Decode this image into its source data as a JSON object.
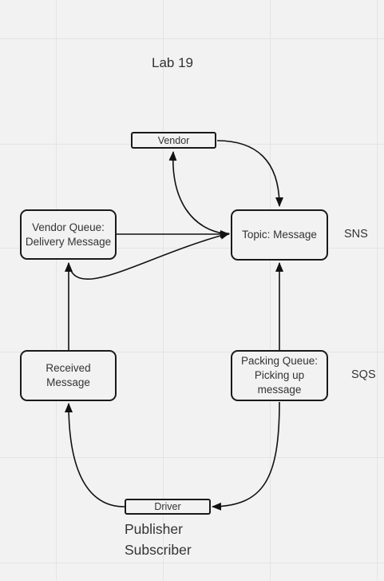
{
  "title": "Lab 19",
  "nodes": {
    "vendor": "Vendor",
    "vendor_queue": "Vendor Queue: Delivery Message",
    "topic": "Topic: Message",
    "received": "Received Message",
    "packing_queue": "Packing Queue: Picking up message",
    "driver": "Driver"
  },
  "side_labels": {
    "sns": "SNS",
    "sqs": "SQS"
  },
  "legend": {
    "publisher": "Publisher",
    "subscriber": "Subscriber"
  }
}
